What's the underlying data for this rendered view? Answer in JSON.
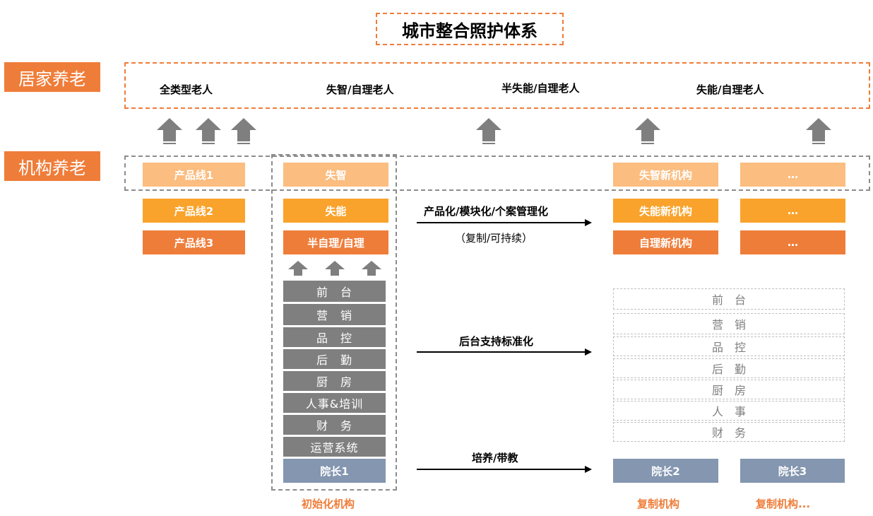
{
  "title": "城市整合照护体系",
  "home_care": {
    "label": "居家养老",
    "groups": [
      "全类型老人",
      "失智/自理老人",
      "半失能/自理老人",
      "失能/自理老人"
    ]
  },
  "institution": {
    "label": "机构养老",
    "product_lines": [
      "产品线1",
      "产品线2",
      "产品线3"
    ],
    "initial_levels": [
      "失智",
      "失能",
      "半自理/自理"
    ],
    "new_institutions": [
      "失智新机构",
      "失能新机构",
      "自理新机构"
    ],
    "more_levels": [
      "…",
      "…",
      "…"
    ]
  },
  "backend": {
    "initial": [
      "前　台",
      "营　销",
      "品　控",
      "后　勤",
      "厨　房",
      "人事&培训",
      "财　务",
      "运营系统"
    ],
    "replicated": [
      "前　台",
      "营　销",
      "品　控",
      "后　勤",
      "厨　房",
      "人　事",
      "财　务"
    ]
  },
  "directors": {
    "initial": "院长1",
    "copy1": "院长2",
    "copy2": "院长3"
  },
  "arrows": {
    "productization": "产品化/模块化/个案管理化",
    "productization_sub": "（复制/可持续）",
    "backend": "后台支持标准化",
    "training": "培养/带教"
  },
  "captions": {
    "initial": "初始化机构",
    "copy1": "复制机构",
    "copy2": "复制机构..."
  },
  "colors": {
    "light_orange": "#fbbd80",
    "mid_orange": "#f9a32c",
    "dark_orange": "#ef7d3a",
    "grey": "#7f7f7f",
    "blue_grey": "#8496b0"
  }
}
